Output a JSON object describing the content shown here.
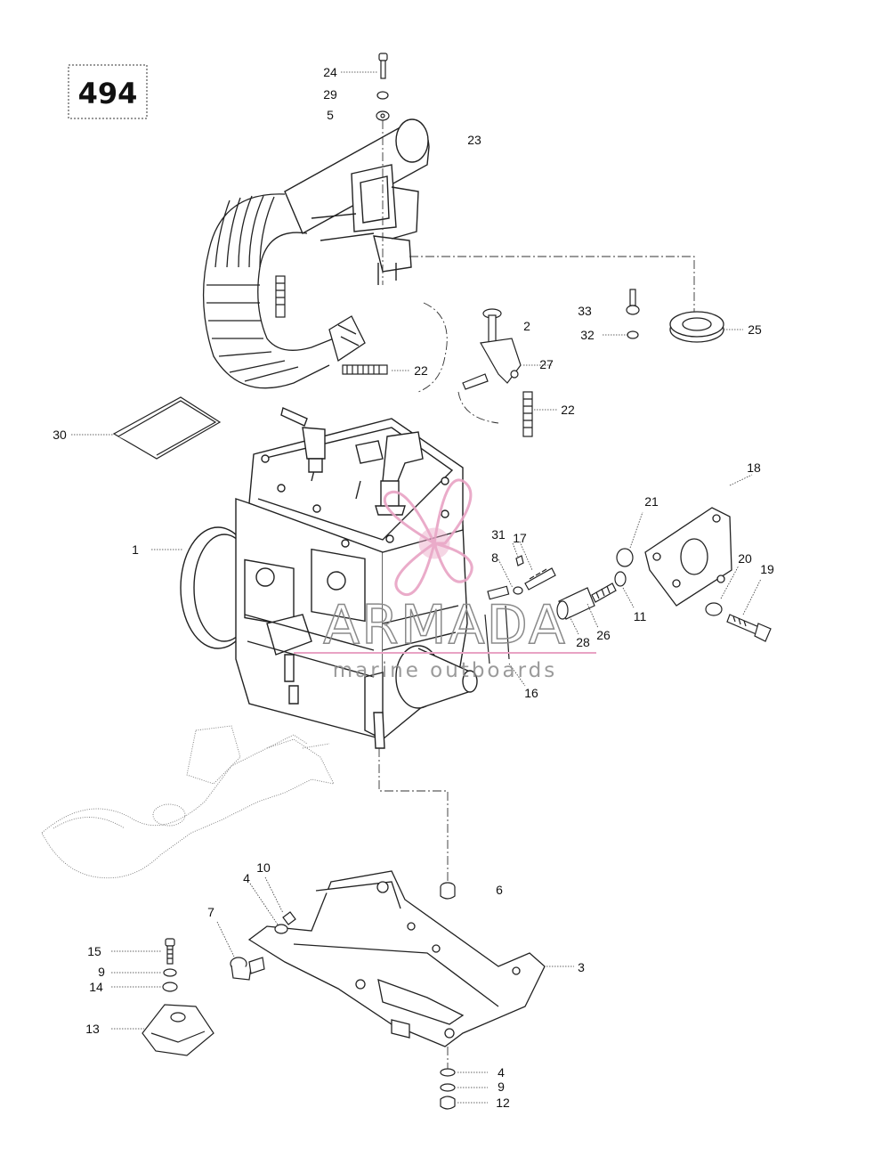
{
  "diagram": {
    "page_number": "494",
    "callouts": [
      "24",
      "29",
      "5",
      "23",
      "2",
      "33",
      "32",
      "25",
      "27",
      "22",
      "22",
      "30",
      "18",
      "21",
      "31",
      "17",
      "8",
      "20",
      "19",
      "1",
      "11",
      "28",
      "26",
      "16",
      "10",
      "6",
      "7",
      "4",
      "15",
      "9",
      "14",
      "3",
      "13",
      "4",
      "9",
      "12"
    ]
  },
  "watermark": {
    "brand": "ARMADA",
    "tagline": "marine outboards",
    "accent_color": "#e8a3c4",
    "text_color": "#8a8a8a"
  },
  "colors": {
    "line": "#222222",
    "label": "#111111"
  }
}
